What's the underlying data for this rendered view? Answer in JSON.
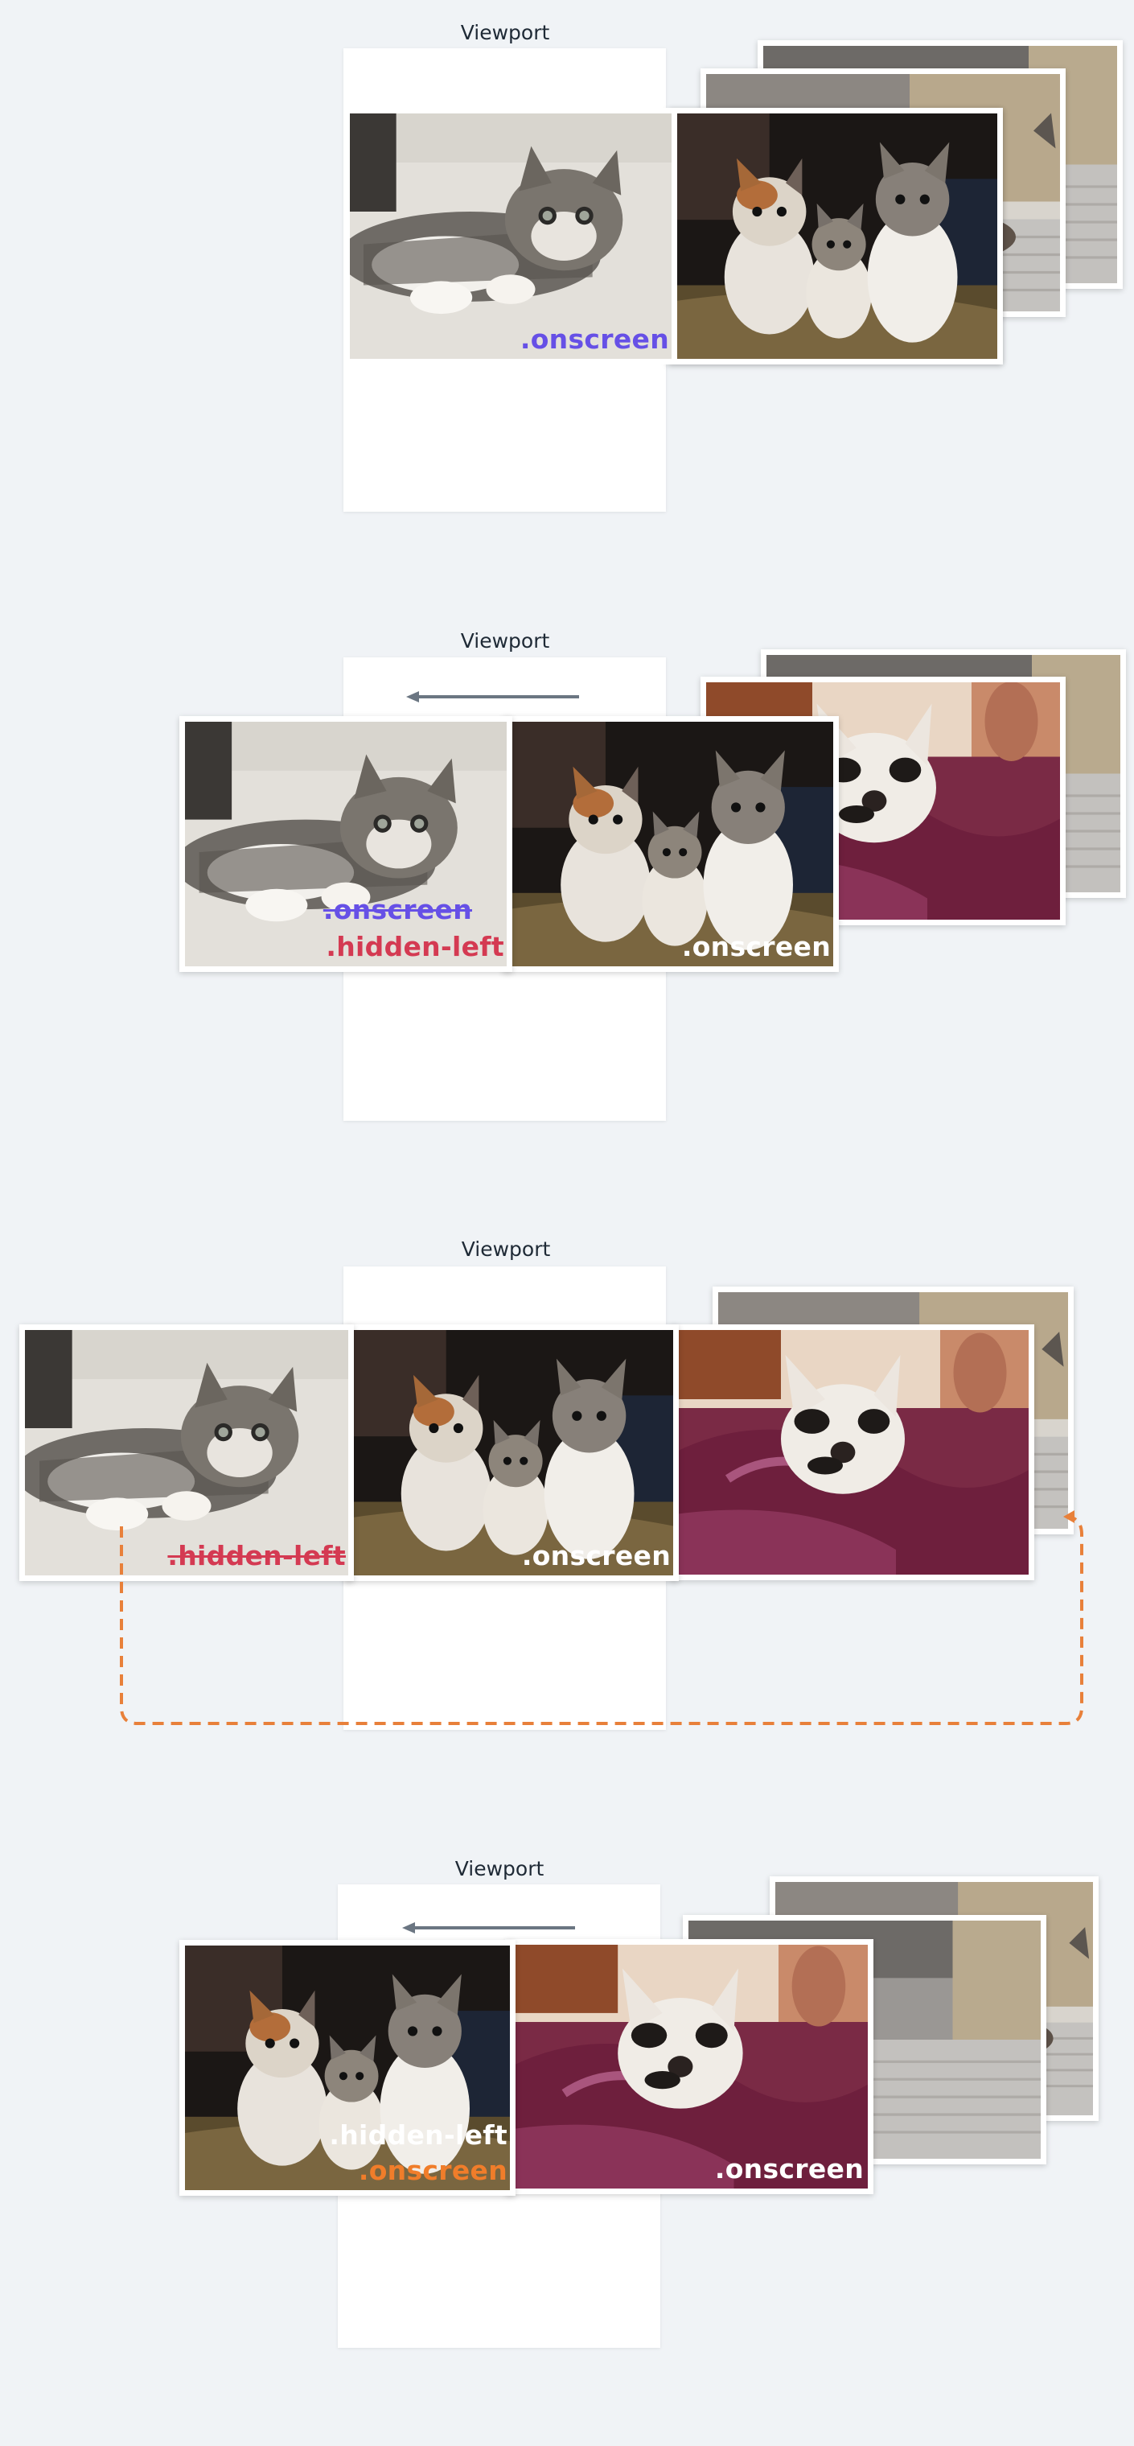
{
  "panels": [
    {
      "viewport_title": "Viewport",
      "labels": {
        "first_onscreen": ".onscreen"
      }
    },
    {
      "viewport_title": "Viewport",
      "labels": {
        "first_old": ".onscreen",
        "first_new": ".hidden-left",
        "second_onscreen": ".onscreen"
      }
    },
    {
      "viewport_title": "Viewport",
      "labels": {
        "first_old": ".hidden-left",
        "second_onscreen": ".onscreen"
      }
    },
    {
      "viewport_title": "Viewport",
      "labels": {
        "second_old": ".hidden-left",
        "second_new": ".onscreen",
        "third_onscreen": ".onscreen"
      }
    }
  ],
  "colors": {
    "background": "#f0f3f6",
    "onscreen_purple": "#6650e6",
    "hidden_left_red": "#d43a52",
    "new_onscreen_orange": "#f07d2a",
    "arrow_gray": "#6b7682",
    "loop_orange": "#e8803a"
  },
  "photos": [
    "tabby-kitten-lying",
    "three-kittens",
    "calico-kitten-on-pillow",
    "cat-on-sofa",
    "gray-sofa"
  ]
}
